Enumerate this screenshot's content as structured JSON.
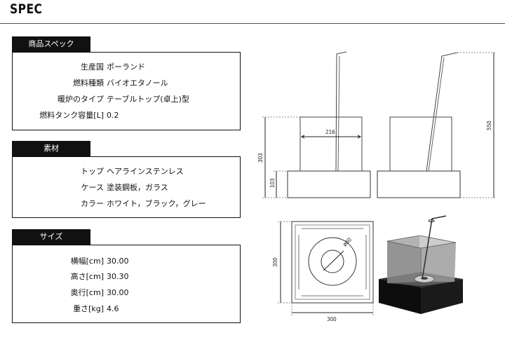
{
  "page": {
    "title": "SPEC"
  },
  "sections": {
    "product": {
      "title": "商品スペック",
      "rows": [
        {
          "k": "生産国",
          "v": "ポーランド"
        },
        {
          "k": "燃料種類",
          "v": "バイオエタノール"
        },
        {
          "k": "暖炉のタイプ",
          "v": "テーブルトップ(卓上)型"
        },
        {
          "k": "燃料タンク容量[L]",
          "v": "0.2"
        }
      ]
    },
    "material": {
      "title": "素材",
      "rows": [
        {
          "k": "トップ",
          "v": "ヘアラインステンレス"
        },
        {
          "k": "ケース",
          "v": "塗装鋼板，ガラス"
        },
        {
          "k": "カラー",
          "v": "ホワイト，ブラック，グレー"
        }
      ]
    },
    "size": {
      "title": "サイズ",
      "rows": [
        {
          "k": "横幅[cm]",
          "v": "30.00"
        },
        {
          "k": "高さ[cm]",
          "v": "30.30"
        },
        {
          "k": "奥行[cm]",
          "v": "30.00"
        },
        {
          "k": "重さ[kg]",
          "v": "4.6"
        }
      ]
    }
  },
  "drawings": {
    "front": {
      "width_inner": "216",
      "height_total": "303",
      "height_base": "103"
    },
    "side": {
      "height_total": "550"
    },
    "top": {
      "depth": "300",
      "width": "300",
      "burner_diameter": "ø80"
    }
  }
}
